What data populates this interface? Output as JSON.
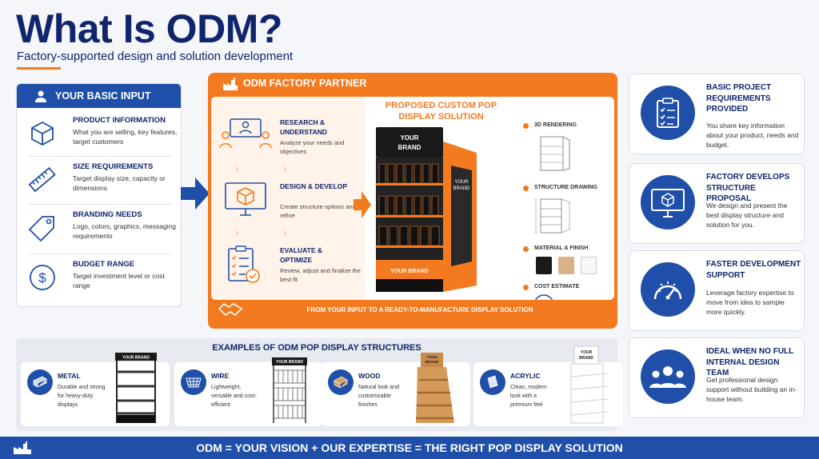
{
  "header": {
    "title": "What Is ODM?",
    "subtitle": "Factory-supported design and solution development"
  },
  "colors": {
    "navy": "#10256b",
    "blue": "#1f4fa8",
    "orange": "#f47a20"
  },
  "basic_input": {
    "heading": "YOUR BASIC INPUT",
    "items": [
      {
        "icon": "cube-icon",
        "title": "PRODUCT INFORMATION",
        "desc": "What you are selling, key features, target customers"
      },
      {
        "icon": "ruler-icon",
        "title": "SIZE REQUIREMENTS",
        "desc": "Target display size, capacity or dimensions"
      },
      {
        "icon": "tag-icon",
        "title": "BRANDING NEEDS",
        "desc": "Logo, colors, graphics, messaging requirements"
      },
      {
        "icon": "dollar-icon",
        "title": "BUDGET RANGE",
        "desc": "Target investment level or cost range"
      }
    ]
  },
  "partner": {
    "heading": "ODM FACTORY PARTNER",
    "steps": [
      {
        "icon": "team-screen-icon",
        "title": "RESEARCH & UNDERSTAND",
        "desc": "Analyze your needs and objectives"
      },
      {
        "icon": "monitor-cube-icon",
        "title": "DESIGN & DEVELOP",
        "desc": "Create structure options and refine"
      },
      {
        "icon": "checklist-icon",
        "title": "EVALUATE & OPTIMIZE",
        "desc": "Review, adjust and finalize the best fit"
      }
    ],
    "proposed_title": "PROPOSED CUSTOM POP DISPLAY SOLUTION",
    "display_brand_top": "YOUR BRAND",
    "display_brand_side": "YOUR BRAND",
    "display_brand_bottom": "YOUR BRAND",
    "deliverables": [
      "3D RENDERING",
      "STRUCTURE DRAWING",
      "MATERIAL & FINISH",
      "COST ESTIMATE"
    ],
    "footer": "FROM YOUR INPUT TO A READY-TO-MANUFACTURE DISPLAY SOLUTION"
  },
  "benefits": [
    {
      "icon": "clipboard-icon",
      "title": "BASIC PROJECT REQUIREMENTS PROVIDED",
      "desc": "You share key information about your product, needs and budget."
    },
    {
      "icon": "monitor-cube-icon",
      "title": "FACTORY DEVELOPS STRUCTURE PROPOSAL",
      "desc": "We design and present the best display structure and solution for you."
    },
    {
      "icon": "speedometer-icon",
      "title": "FASTER DEVELOPMENT SUPPORT",
      "desc": "Leverage factory expertise to move from idea to sample more quickly."
    },
    {
      "icon": "team-icon",
      "title": "IDEAL WHEN NO FULL INTERNAL DESIGN TEAM",
      "desc": "Get professional design support without building an in-house team."
    }
  ],
  "examples": {
    "heading": "EXAMPLES OF ODM POP DISPLAY STRUCTURES",
    "items": [
      {
        "icon": "metal-bar-icon",
        "title": "METAL",
        "desc": "Durable and strong for heavy-duty displays",
        "brand": "YOUR BRAND"
      },
      {
        "icon": "basket-icon",
        "title": "WIRE",
        "desc": "Lightweight, versatile and cost-efficient",
        "brand": "YOUR BRAND"
      },
      {
        "icon": "wood-block-icon",
        "title": "WOOD",
        "desc": "Natural look and customizable finishes",
        "brand": "YOUR BRAND"
      },
      {
        "icon": "acrylic-sheet-icon",
        "title": "ACRYLIC",
        "desc": "Clean, modern look with a premium feel",
        "brand": "YOUR BRAND"
      }
    ]
  },
  "footer": {
    "text": "ODM = YOUR VISION + OUR EXPERTISE = THE RIGHT POP DISPLAY SOLUTION"
  }
}
